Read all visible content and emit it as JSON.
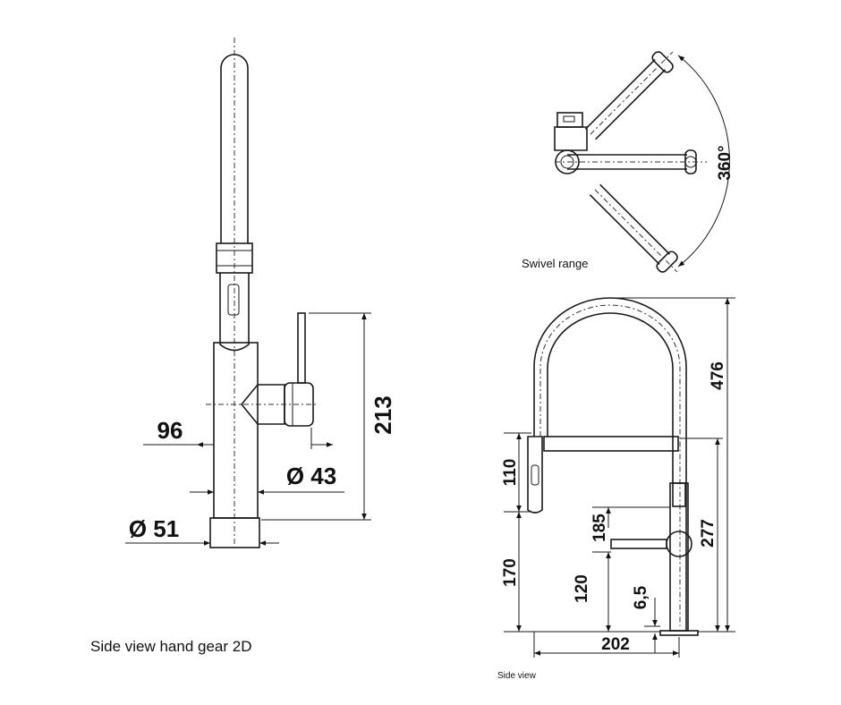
{
  "captions": {
    "left_view": "Side view hand gear 2D",
    "swivel": "Swivel range",
    "right_view": "Side view"
  },
  "dimensions": {
    "d96": "96",
    "d213": "213",
    "d43": "Ø 43",
    "d51": "Ø 51",
    "d360": "360°",
    "d476": "476",
    "d110": "110",
    "d185": "185",
    "d277": "277",
    "d170": "170",
    "d120": "120",
    "d65": "6,5",
    "d202": "202"
  },
  "colors": {
    "line": "#1a1a1a",
    "background": "#ffffff"
  }
}
